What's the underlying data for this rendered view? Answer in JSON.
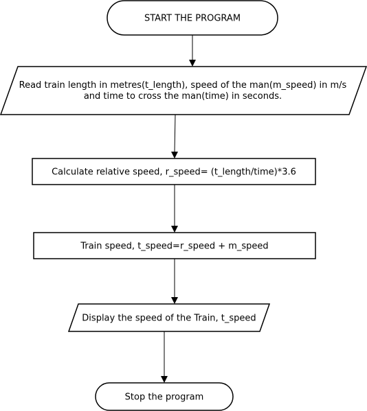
{
  "diagram": {
    "nodes": {
      "start": {
        "type": "terminator",
        "lines": [
          "START THE PROGRAM"
        ]
      },
      "read": {
        "type": "data",
        "lines": [
          "Read train length in metres(t_length), speed of the man(m_speed) in m/s",
          "and time to cross the man(time) in seconds."
        ]
      },
      "calc_relative": {
        "type": "process",
        "lines": [
          "Calculate relative speed, r_speed= (t_length/time)*3.6"
        ]
      },
      "train_speed": {
        "type": "process",
        "lines": [
          "Train speed, t_speed=r_speed + m_speed"
        ]
      },
      "display": {
        "type": "data",
        "lines": [
          "Display the speed of the Train, t_speed"
        ]
      },
      "stop": {
        "type": "terminator",
        "lines": [
          "Stop the program"
        ]
      }
    },
    "edges": [
      {
        "from": "start",
        "to": "read"
      },
      {
        "from": "read",
        "to": "calc_relative"
      },
      {
        "from": "calc_relative",
        "to": "train_speed"
      },
      {
        "from": "train_speed",
        "to": "display"
      },
      {
        "from": "display",
        "to": "stop"
      }
    ],
    "colors": {
      "stroke": "#000000",
      "fill": "#ffffff",
      "text": "#000000"
    }
  }
}
